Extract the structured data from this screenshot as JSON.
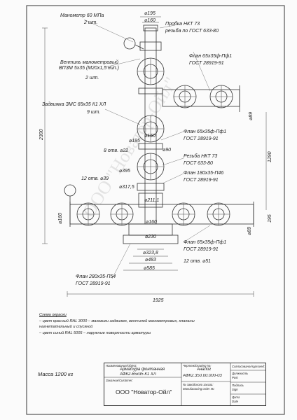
{
  "labels": {
    "manometer": "Манометр 60 МПа",
    "manometer_qty": "2 шт.",
    "valve_manometer": "Вентиль манометровый",
    "valve_manometer_spec": "ВПЗМ 5х35 (М20х1,5 нип.)",
    "valve_manometer_qty": "2 шт.",
    "gate_valve": "Задвижка ЗМС 65х35 К1 ХЛ",
    "gate_valve_qty": "9 шт.",
    "plug_nkt": "Пробка НКТ 73",
    "plug_thread": "резьба по ГОСТ 633-80",
    "flange_pf1_top": "Флан 65х35ф-Пф1",
    "flange_pf1_top_gost": "ГОСТ 28919-91",
    "flange_pf1_mid": "Флан 65х35ф-Пф1",
    "flange_pf1_mid_gost": "ГОСТ 28919-91",
    "thread_nkt": "Резьба НКТ 73",
    "thread_nkt_gost": "ГОСТ 633-80",
    "flange_180": "Флан 180х35-П46",
    "flange_180_gost": "ГОСТ 28919-91",
    "flange_pf1_low": "Флан 65х35ф-Пф1",
    "flange_pf1_low_gost": "ГОСТ 28919-91",
    "flange_280": "Флан 280х35-П54",
    "flange_280_gost": "ГОСТ 28919-91",
    "holes_8": "8 отв. ⌀22",
    "holes_12a": "12 отв. ⌀39",
    "holes_12b": "12 отв. ⌀51"
  },
  "dimensions": {
    "d195_top": "⌀195",
    "d160_top": "⌀160",
    "d195_mid": "⌀195",
    "d160_mid": "⌀160",
    "d90": "⌀90",
    "d395": "⌀395",
    "d3175": "⌀317,5",
    "d2111": "⌀211,1",
    "d160_low": "⌀160",
    "d230": "⌀230",
    "d3238": "⌀323,8",
    "d483": "⌀483",
    "d585": "⌀585",
    "d89_a": "⌀89",
    "d89_b": "⌀89",
    "d160_left": "⌀160",
    "h2300": "2300",
    "h1290": "1290",
    "h195": "195",
    "w1925": "1925"
  },
  "notes": {
    "heading": "Схема окраски",
    "line1": "– цвет красный RAL 3000 – маховики задвижек, вентилей манометровых, клапаны",
    "line2": "нагнетательный и спускной",
    "line3": "– цвет синий RAL 5005 – наружные поверхности арматуры"
  },
  "mass": "Масса 1200 кг",
  "title_block": {
    "name_label": "Наименование/Object:",
    "name_value_1": "Арматура фонтанная",
    "name_value_2": "АФК2-65х35 К1 ХЛ",
    "drawing_label": "Чертеж/Drawing №:",
    "drawing_analog": "Аналог",
    "drawing_number": "АФК2.350.00.000-03",
    "factory_no": "№ заводского заказа:",
    "manufacturing_order": "Manufacturing order №:",
    "approved": "Согласовано/Approved:",
    "customer_label": "Заказчик/Customer:",
    "customer_value": "ООО \"Новатор-Ойл\"",
    "side_1": "Должность",
    "side_2": "Post",
    "side_3": "Подпись",
    "side_4": "Sign",
    "side_5": "Дата",
    "side_6": "Date"
  },
  "watermark": "ООО \"Новатор-Ойл\""
}
